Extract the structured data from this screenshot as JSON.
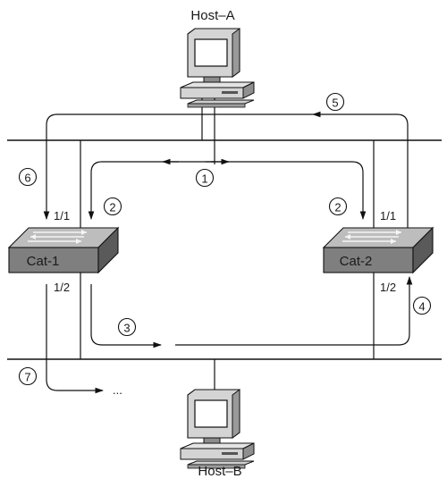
{
  "hosts": {
    "a": {
      "label": "Host–A"
    },
    "b": {
      "label": "Host–B"
    }
  },
  "switches": {
    "cat1": {
      "label": "Cat-1",
      "port_top": "1/1",
      "port_bottom": "1/2"
    },
    "cat2": {
      "label": "Cat-2",
      "port_top": "1/1",
      "port_bottom": "1/2"
    }
  },
  "steps": [
    "1",
    "2",
    "2",
    "3",
    "4",
    "5",
    "6",
    "7"
  ],
  "continuation": "...",
  "colors": {
    "line": "#111111",
    "switch_body": "#7f7f7f",
    "switch_top": "#bdbdbd",
    "switch_side": "#5a5a5a",
    "host_body": "#d4d4d4",
    "screen": "#ffffff"
  }
}
